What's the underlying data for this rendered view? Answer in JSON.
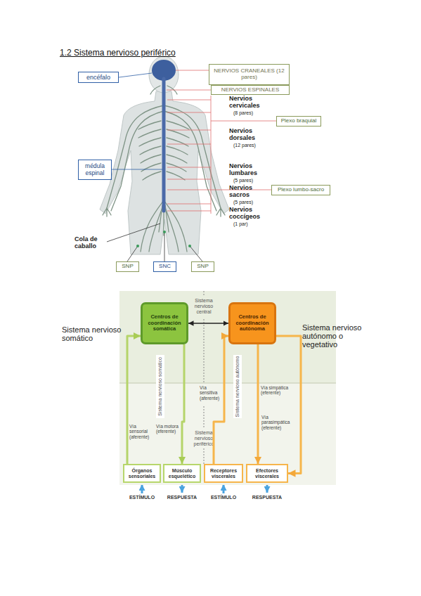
{
  "diagram": {
    "title": "1.2 Sistema nervioso periférico",
    "nodes": [
      {
        "text": [
          "NERVIOS CRANEALES (12 pares)"
        ]
      },
      {
        "text": [
          "encéfalo"
        ]
      },
      {
        "text": [
          "NERVIOS ESPINALES"
        ]
      },
      {
        "text": [
          "Plexo braquial"
        ]
      },
      {
        "text": [
          "médula espinal"
        ]
      },
      {
        "text": [
          "Plexo lumbo-sacro"
        ]
      },
      {
        "text": [
          "SNP"
        ]
      },
      {
        "text": [
          "SNC"
        ]
      },
      {
        "text": [
          "SNP"
        ]
      },
      {
        "text": [
          "Sistema nervioso central",
          "Sistema nervioso somático",
          "Sistema nervioso autónomo",
          "Sistema nervioso periférico"
        ]
      },
      {
        "text": [
          "Centros de coordinación somática"
        ],
        "in": 9
      },
      {
        "text": [
          "Centros de coordinación autónoma"
        ],
        "in": 9
      },
      {
        "text": [
          "Órganos sensoriales"
        ],
        "in": 9
      },
      {
        "text": [
          "Músculo esquelético"
        ],
        "in": 9
      },
      {
        "text": [
          "Receptores viscerales"
        ],
        "in": 9
      },
      {
        "text": [
          "Efectores viscerales"
        ],
        "in": 9
      }
    ],
    "edges": [
      {
        "from": 10,
        "to": 11,
        "arrow": "both"
      },
      {
        "from": 12,
        "to": 10,
        "label": "Vía sensorial (aferente)",
        "arrow": "to"
      },
      {
        "from": 10,
        "to": 13,
        "label": "Vía motora (eferente)",
        "arrow": "to"
      },
      {
        "from": 14,
        "to": 11,
        "label": "Vía sensitiva (aferente)",
        "arrow": "to"
      },
      {
        "from": 11,
        "to": 15,
        "label": "Vía simpática (eferente)",
        "arrow": "to"
      },
      {
        "from": 11,
        "to": 15,
        "label": "Vía parasimpática (eferente)",
        "arrow": "to"
      }
    ],
    "labels": [
      "Nervios cervicales",
      "(8 pares)",
      "Nervios dorsales",
      "(12 pares)",
      "Nervios lumbares",
      "(5 pares)",
      "Nervios sacros",
      "(5 pares)",
      "Nervios coccígeos",
      "(1 par)",
      "Cola de caballo",
      "Sistema nervioso somático",
      "Sistema nervioso autónomo o vegetativo",
      "ESTÍMULO",
      "RESPUESTA",
      "ESTÍMULO",
      "RESPUESTA"
    ]
  }
}
